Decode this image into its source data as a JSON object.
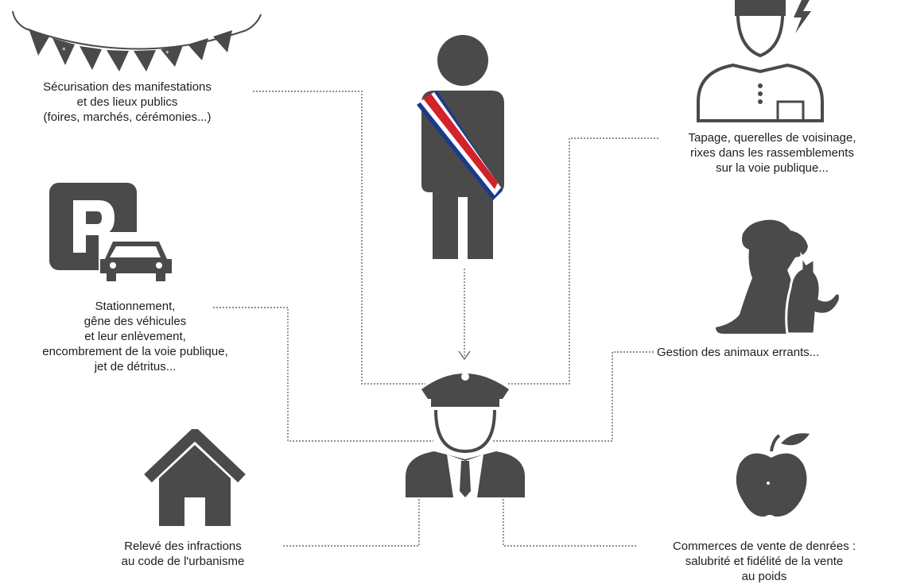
{
  "colors": {
    "icon": "#4a4a4a",
    "connector": "#6a6a6a",
    "sash_blue": "#1b3a8c",
    "sash_white": "#ffffff",
    "sash_red": "#d2232a",
    "background": "#ffffff"
  },
  "nodes": {
    "mayor": {
      "icon": "mayor-with-tricolor-sash-icon"
    },
    "police": {
      "icon": "municipal-police-officer-icon"
    }
  },
  "items": {
    "events": {
      "icon": "bunting-flags-icon",
      "lines": [
        "Sécurisation des manifestations",
        "et des lieux publics",
        "(foires, marchés, cérémonies...)"
      ]
    },
    "parking": {
      "icon": "parking-car-icon",
      "lines": [
        "Stationnement,",
        "gêne des véhicules",
        "et leur enlèvement,",
        "encombrement de la voie publique,",
        "jet de détritus..."
      ]
    },
    "urbanism": {
      "icon": "house-icon",
      "lines": [
        "Relevé des infractions",
        "au code de l'urbanisme"
      ]
    },
    "noise": {
      "icon": "angry-neighbor-icon",
      "lines": [
        "Tapage, querelles de voisinage,",
        "rixes dans les rassemblements",
        "sur la voie publique..."
      ]
    },
    "animals": {
      "icon": "dog-and-cat-icon",
      "lines": [
        "Gestion des animaux errants..."
      ]
    },
    "food": {
      "icon": "apple-icon",
      "lines": [
        "Commerces de vente de denrées :",
        "salubrité et fidélité de la vente",
        "au poids"
      ]
    }
  }
}
